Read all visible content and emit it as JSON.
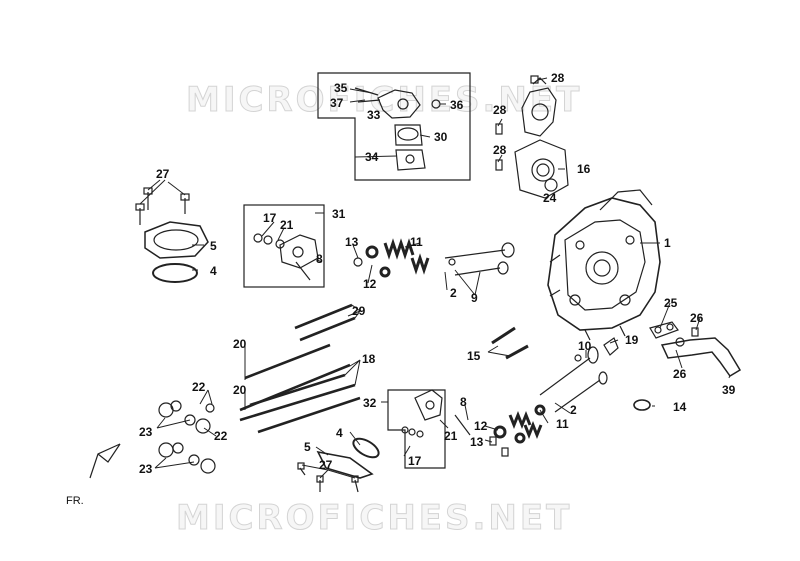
{
  "watermark": "MICROFICHES.NET",
  "front_label": "FR.",
  "callouts": {
    "n1": "1",
    "n2a": "2",
    "n2b": "2",
    "n4a": "4",
    "n4b": "4",
    "n5a": "5",
    "n5b": "5",
    "n8": "8",
    "n9": "9",
    "n10": "10",
    "n11a": "11",
    "n11b": "11",
    "n12a": "12",
    "n12b": "12",
    "n13a": "13",
    "n13b": "13",
    "n14": "14",
    "n15": "15",
    "n16": "16",
    "n17a": "17",
    "n17b": "17",
    "n18": "18",
    "n19": "19",
    "n20a": "20",
    "n20b": "20",
    "n21a": "21",
    "n21b": "21",
    "n22a": "22",
    "n22b": "22",
    "n23a": "23",
    "n23b": "23",
    "n24": "24",
    "n25": "25",
    "n26a": "26",
    "n26b": "26",
    "n27a": "27",
    "n27b": "27",
    "n28a": "28",
    "n28b": "28",
    "n28c": "28",
    "n29": "29",
    "n30": "30",
    "n31": "31",
    "n32": "32",
    "n33": "33",
    "n34": "34",
    "n35": "35",
    "n36": "36",
    "n37": "37",
    "n39": "39"
  }
}
